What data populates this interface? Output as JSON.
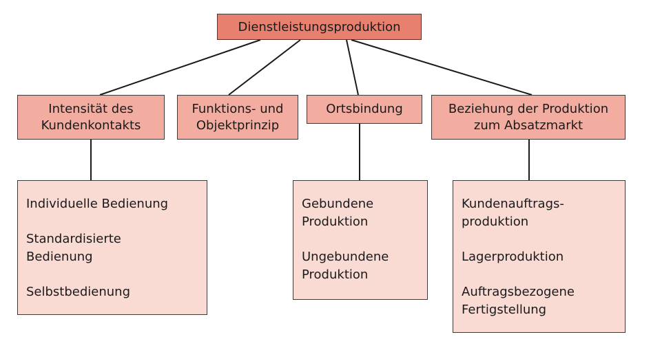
{
  "diagram": {
    "root": {
      "label": "Dienstleistungsproduktion"
    },
    "categories": [
      {
        "label": "Intensität des\nKundenkontakts",
        "items": [
          "Individuelle Bedienung",
          "Standardisierte\nBedienung",
          "Selbstbedienung"
        ]
      },
      {
        "label": "Funktions- und\nObjektprinzip",
        "items": []
      },
      {
        "label": "Ortsbindung",
        "items": [
          "Gebundene\nProduktion",
          "Ungebundene\nProduktion"
        ]
      },
      {
        "label": "Beziehung der Produktion\nzum Absatzmarkt",
        "items": [
          "Kundenauftrags-\nproduktion",
          "Lagerproduktion",
          "Auftragsbezogene\nFertigstellung"
        ]
      }
    ],
    "colors": {
      "root_fill": "#e8806f",
      "category_fill": "#f3ada0",
      "list_fill": "#f9dbd4",
      "border": "#3a3a3a",
      "connector": "#1a1a1a"
    }
  }
}
